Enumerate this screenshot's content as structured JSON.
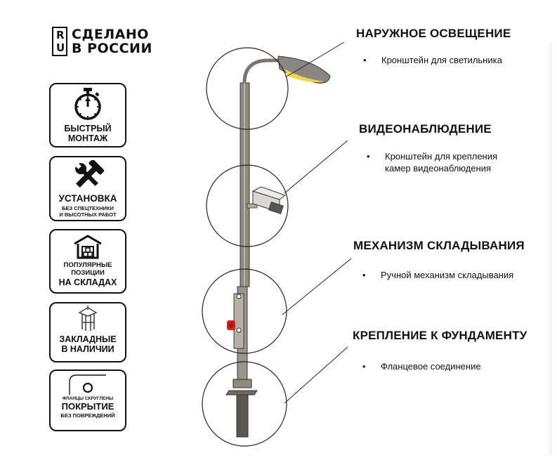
{
  "logo": {
    "letters": [
      "R",
      "U"
    ],
    "line1": "СДЕЛАНО",
    "line2": "В РОССИИ"
  },
  "badges": [
    {
      "icon": "stopwatch-icon",
      "title1": "БЫСТРЫЙ",
      "title2": "МОНТАЖ"
    },
    {
      "icon": "tools-icon",
      "title1": "УСТАНОВКА",
      "sub1": "БЕЗ СПЕЦТЕХНИКИ",
      "sub2": "И ВЫСОТНЫХ РАБОТ"
    },
    {
      "icon": "warehouse-icon",
      "title1": "ПОПУЛЯРНЫЕ",
      "title2": "ПОЗИЦИИ",
      "title3": "НА СКЛАДАХ"
    },
    {
      "icon": "embedded-part-icon",
      "title1": "ЗАКЛАДНЫЕ",
      "title2": "В НАЛИЧИИ"
    },
    {
      "icon": "rounded-flange-icon",
      "sub0": "ФЛАНЦЫ СКРУГЛЕНЫ",
      "title1": "ПОКРЫТИЕ",
      "sub1": "БЕЗ ПОВРЕЖДЕНИЙ"
    }
  ],
  "features": [
    {
      "heading": "НАРУЖНОЕ ОСВЕЩЕНИЕ",
      "items": [
        "Кронштейн для светильника"
      ]
    },
    {
      "heading": "ВИДЕОНАБЛЮДЕНИЕ",
      "items": [
        "Кронштейн для крепления",
        "камер видеонаблюдения"
      ]
    },
    {
      "heading": "МЕХАНИЗМ СКЛАДЫВАНИЯ",
      "items": [
        "Ручной механизм складывания"
      ]
    },
    {
      "heading": "КРЕПЛЕНИЕ К ФУНДАМЕНТУ",
      "items": [
        "Фланцевое соединение"
      ]
    }
  ],
  "colors": {
    "pole": "#8a857c",
    "lamp_glow": "#f4d24a",
    "handle": "#d42020"
  }
}
